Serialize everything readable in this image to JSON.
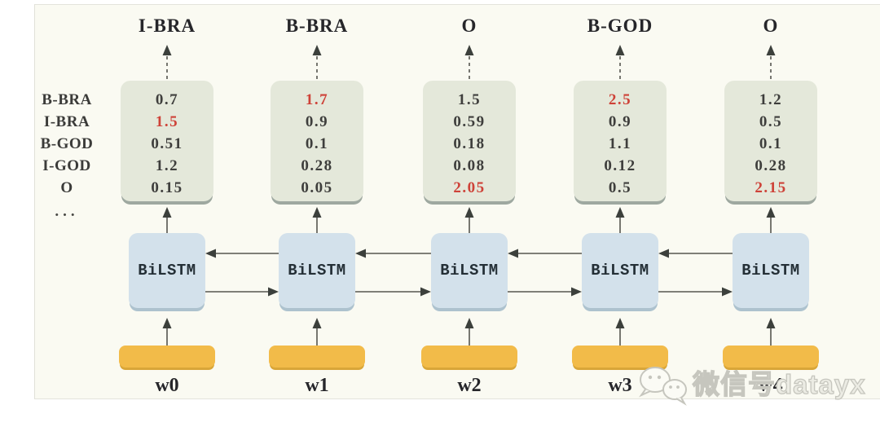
{
  "diagram": {
    "node_label": "BiLSTM",
    "tag_axis": {
      "labels": [
        "B-BRA",
        "I-BRA",
        "B-GOD",
        "I-GOD",
        "O"
      ],
      "ellipsis": "..."
    },
    "columns": [
      {
        "predicted_tag": "I-BRA",
        "word": "w0",
        "scores": [
          "0.7",
          "1.5",
          "0.51",
          "1.2",
          "0.15"
        ],
        "highlight_index": 1
      },
      {
        "predicted_tag": "B-BRA",
        "word": "w1",
        "scores": [
          "1.7",
          "0.9",
          "0.1",
          "0.28",
          "0.05"
        ],
        "highlight_index": 0
      },
      {
        "predicted_tag": "O",
        "word": "w2",
        "scores": [
          "1.5",
          "0.59",
          "0.18",
          "0.08",
          "2.05"
        ],
        "highlight_index": 4
      },
      {
        "predicted_tag": "B-GOD",
        "word": "w3",
        "scores": [
          "2.5",
          "0.9",
          "1.1",
          "0.12",
          "0.5"
        ],
        "highlight_index": 0
      },
      {
        "predicted_tag": "O",
        "word": "w4",
        "scores": [
          "1.2",
          "0.5",
          "0.1",
          "0.28",
          "2.15"
        ],
        "highlight_index": 4
      }
    ],
    "colors": {
      "score_box": "#E4E8DA",
      "score_box_edge": "#9EA8A0",
      "bilstm_box": "#D3E1EB",
      "bilstm_box_edge": "#ADC2CE",
      "input_box": "#F2BB49",
      "input_box_edge": "#D9A638",
      "highlight": "#CE4238",
      "text": "#3E3E3C",
      "arrow": "#56564F"
    }
  },
  "watermark": {
    "text": "微信号datayx",
    "icon": "wechat-icon"
  }
}
